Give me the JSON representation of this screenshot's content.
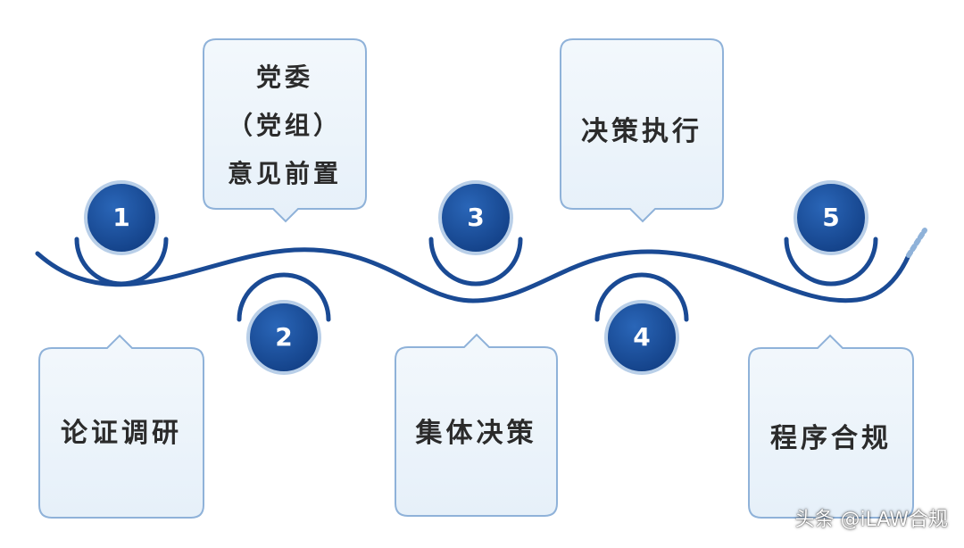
{
  "steps": [
    {
      "number": "1",
      "label": "论证调研"
    },
    {
      "number": "2",
      "label": "党委（党组）意见前置",
      "lines": [
        "党委",
        "（党组）",
        "意见前置"
      ]
    },
    {
      "number": "3",
      "label": "集体决策"
    },
    {
      "number": "4",
      "label": "决策执行"
    },
    {
      "number": "5",
      "label": "程序合规"
    }
  ],
  "watermark": "头条 @iLAW合规",
  "colors": {
    "accent": "#1a4f9c",
    "ring": "#1f4e95",
    "card_border": "#8fb2d9",
    "card_fill": "#eef5fb"
  }
}
